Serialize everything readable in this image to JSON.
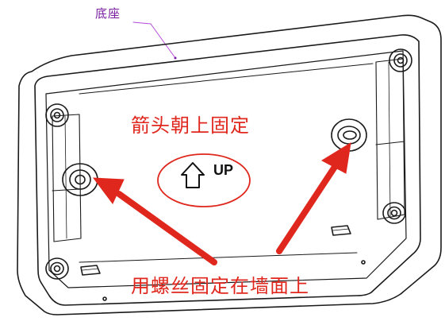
{
  "labels": {
    "base": "底座",
    "orientation_note": "箭头朝上固定",
    "mount_note": "用螺丝固定在墙面上",
    "up_symbol_text": "UP"
  },
  "colors": {
    "annotation_red": "#e0271d",
    "base_label_purple": "#7a1fa2",
    "line": "#1a1a1a"
  },
  "icons": {
    "up_arrow": "up-arrow-icon",
    "screw_hole": "screw-hole-icon",
    "pointer_arrow": "red-pointer-arrow"
  }
}
